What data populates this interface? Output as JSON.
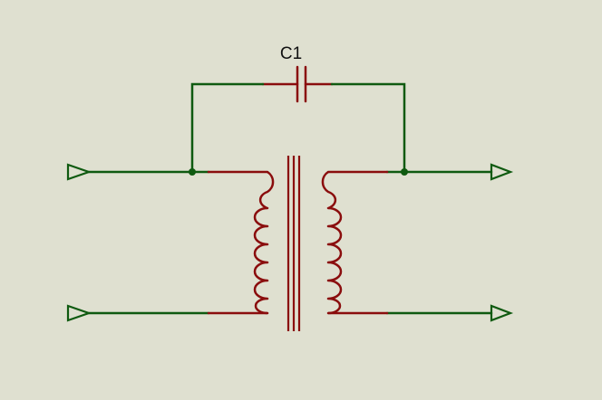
{
  "schematic": {
    "background_color": "#dfe0d0",
    "wire_color": "#0f5a10",
    "component_color": "#8a0d0d",
    "components": {
      "capacitor": {
        "ref": "C1"
      },
      "transformer": {
        "primary_turns_shown": 5,
        "secondary_turns_shown": 5,
        "core_lines": 3
      }
    },
    "ports": [
      {
        "id": "in-top",
        "direction": "input"
      },
      {
        "id": "in-bottom",
        "direction": "input"
      },
      {
        "id": "out-top",
        "direction": "output"
      },
      {
        "id": "out-bottom",
        "direction": "output"
      }
    ]
  }
}
